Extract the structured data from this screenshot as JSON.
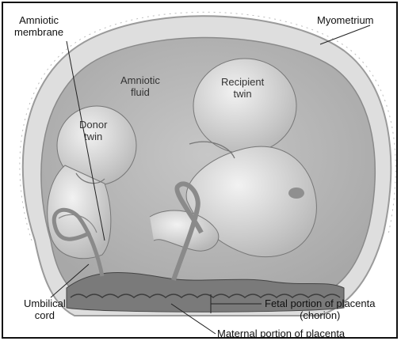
{
  "labels": {
    "amniotic_membrane": [
      "Amniotic",
      "membrane"
    ],
    "myometrium": "Myometrium",
    "amniotic_fluid": [
      "Amniotic",
      "fluid"
    ],
    "recipient_twin": [
      "Recipient",
      "twin"
    ],
    "donor_twin": [
      "Donor",
      "twin"
    ],
    "umbilical_cord": [
      "Umbilical",
      "cord"
    ],
    "fetal_placenta": [
      "Fetal portion of placenta",
      "(chorion)"
    ],
    "maternal_placenta": "Maternal portion of placenta"
  },
  "colors": {
    "fluid": "#b9b9b9",
    "uterus_wall": "#dcdcdc",
    "fetus": "#e6e6e6",
    "fetus_shade": "#a9a9a9",
    "placenta": "#6f6f6f",
    "line": "#222222"
  }
}
